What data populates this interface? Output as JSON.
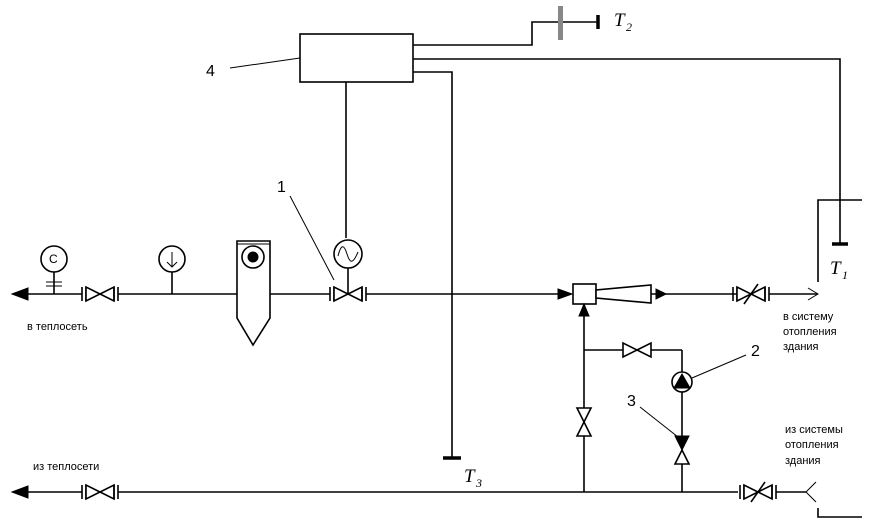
{
  "labels": {
    "to_network": "в теплосеть",
    "from_network": "из теплосети",
    "to_system": [
      "в систему",
      "отопления",
      "здания"
    ],
    "from_system": [
      "из системы",
      "отопления",
      "здания"
    ]
  },
  "numbers": {
    "n1": "1",
    "n2": "2",
    "n3": "3",
    "n4": "4"
  },
  "sensors": {
    "t1": {
      "letter": "T",
      "sub": "1"
    },
    "t2": {
      "letter": "T",
      "sub": "2"
    },
    "t3": {
      "letter": "T",
      "sub": "3"
    }
  },
  "instruments": {
    "manometer_letter": "C"
  }
}
